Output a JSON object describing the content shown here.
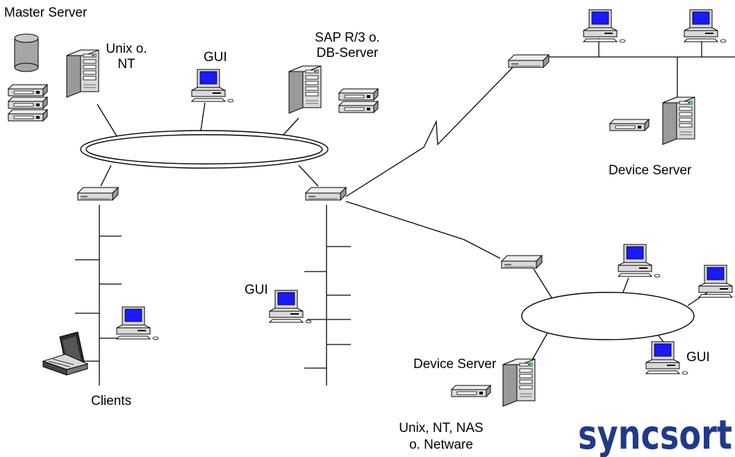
{
  "colors": {
    "line": "#000000",
    "device_face": "#d9d9d9",
    "device_dark": "#9a9a9a",
    "screen": "#1a1aff",
    "logo": "#1f3a8a",
    "disk": "#a6a6a6"
  },
  "labels": {
    "master_server": "Master Server",
    "unix_nt_1": "Unix o.",
    "unix_nt_2": "NT",
    "gui_top": "GUI",
    "sap_1": "SAP R/3 o.",
    "sap_2": "DB-Server",
    "device_server_right": "Device Server",
    "gui_middle": "GUI",
    "clients": "Clients",
    "device_server_bottom": "Device Server",
    "gui_bottom_right": "GUI",
    "unix_nas_1": "Unix, NT, NAS",
    "unix_nas_2": "o. Netware"
  },
  "logo": {
    "text": "syncsort"
  },
  "icons": {
    "server": "server-tower-icon",
    "workstation": "desktop-computer-icon",
    "hub": "network-hub-icon",
    "disk": "disk-cylinder-icon",
    "tape": "tape-drive-icon",
    "laptop": "laptop-icon"
  }
}
